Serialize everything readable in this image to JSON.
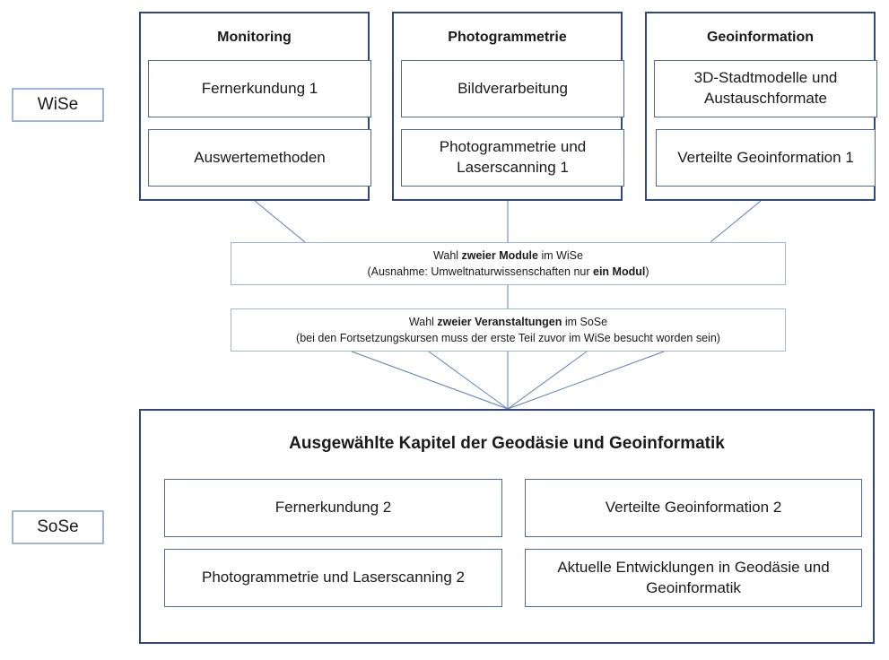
{
  "semesters": {
    "winter": "WiSe",
    "summer": "SoSe"
  },
  "modules": [
    {
      "title": "Monitoring",
      "courses": [
        "Fernerkundung 1",
        "Auswertemethoden"
      ]
    },
    {
      "title": "Photogrammetrie",
      "courses": [
        "Bildverarbeitung",
        "Photogrammetrie und Laserscanning 1"
      ]
    },
    {
      "title": "Geoinformation",
      "courses": [
        "3D-Stadtmodelle und Austauschformate",
        "Verteilte Geoinformation 1"
      ]
    }
  ],
  "rule_winter": {
    "line1_pre": "Wahl ",
    "line1_bold": "zweier Module",
    "line1_post": " im WiSe",
    "line2_pre": "(Ausnahme: Umweltnaturwissenschaften nur ",
    "line2_bold": "ein Modul",
    "line2_post": ")"
  },
  "rule_summer": {
    "line1_pre": "Wahl ",
    "line1_bold": "zweier Veranstaltungen",
    "line1_post": " im SoSe",
    "line2": "(bei den Fortsetzungskursen muss der erste Teil zuvor im WiSe besucht worden sein)"
  },
  "chapter": {
    "title": "Ausgewählte Kapitel der Geodäsie und Geoinformatik",
    "courses": [
      "Fernerkundung 2",
      "Verteilte Geoinformation 2",
      "Photogrammetrie und Laserscanning 2",
      "Aktuelle Entwicklungen in Geodäsie und Geoinformatik"
    ]
  },
  "colors": {
    "module_border": "#2f4a7a",
    "course_border": "#4a6aa0",
    "light_border": "#9fb6d6",
    "connector": "#5b7fb8"
  }
}
